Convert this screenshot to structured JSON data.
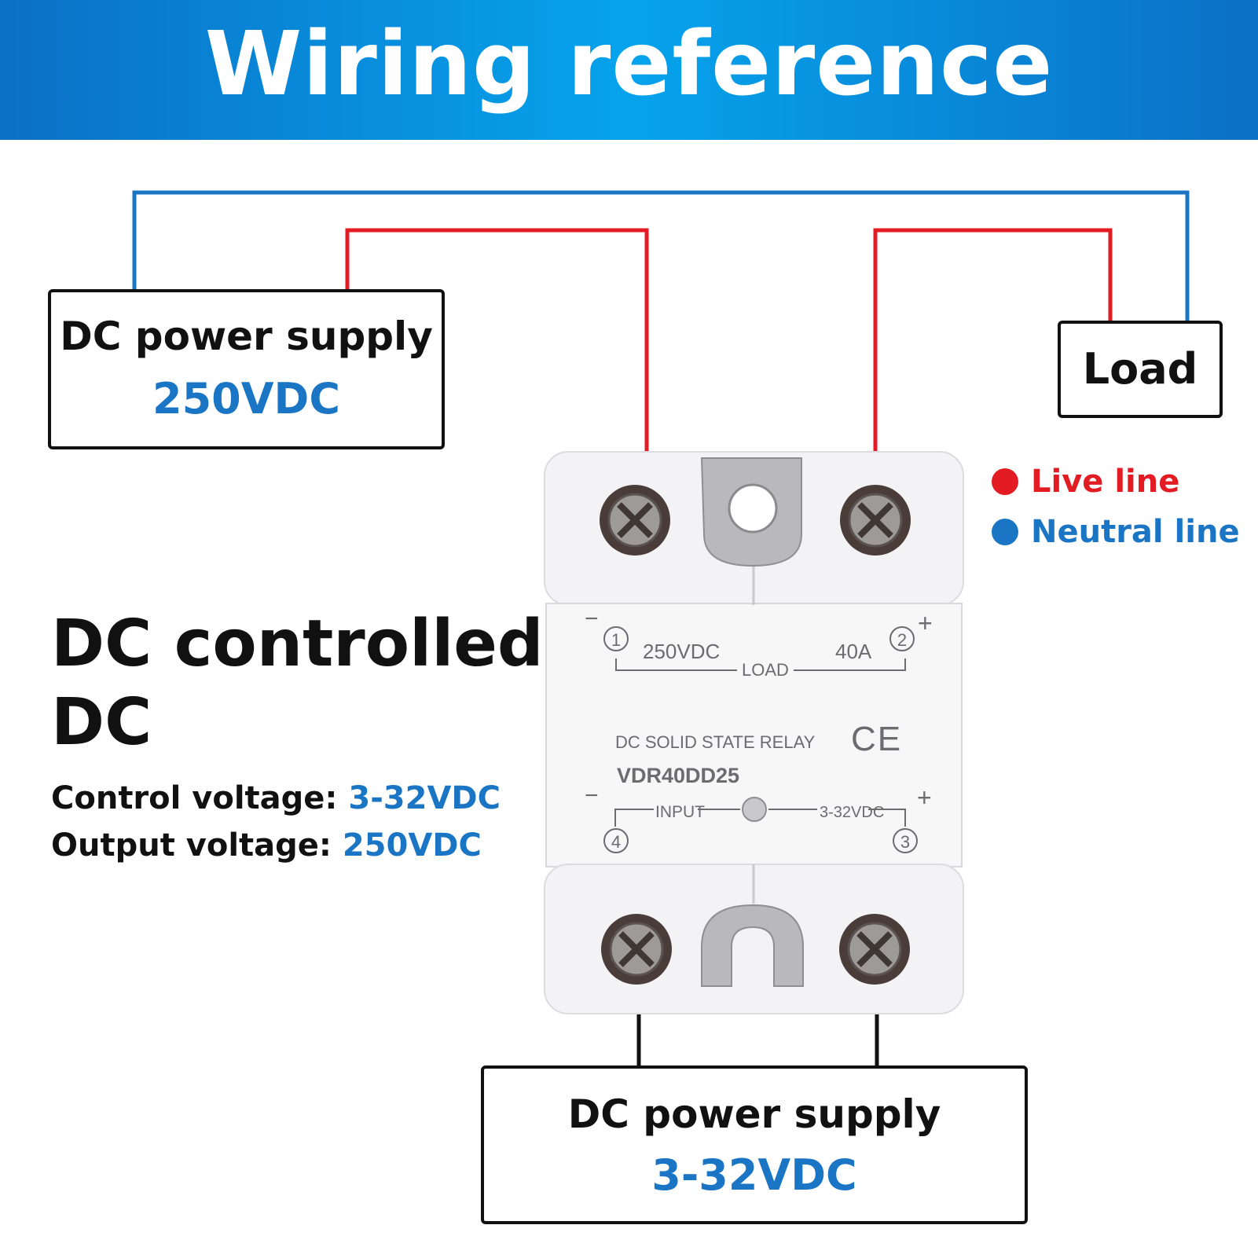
{
  "banner": {
    "title": "Wiring reference"
  },
  "top_left_supply": {
    "title": "DC power supply",
    "value": "250VDC"
  },
  "load": {
    "title": "Load"
  },
  "bottom_supply": {
    "title": "DC power supply",
    "value": "3-32VDC"
  },
  "legend": [
    {
      "label": "Live line",
      "color": "#e31b23"
    },
    {
      "label": "Neutral line",
      "color": "#1a75c4"
    }
  ],
  "description": {
    "heading_line1": "DC controlled",
    "heading_line2": "DC",
    "control_label": "Control voltage:",
    "control_value": "3-32VDC",
    "output_label": "Output voltage:",
    "output_value": "250VDC"
  },
  "relay": {
    "terminal_1": "1",
    "terminal_2": "2",
    "terminal_3": "3",
    "terminal_4": "4",
    "minus": "−",
    "plus": "+",
    "load_voltage": "250VDC",
    "load_label": "LOAD",
    "load_current": "40A",
    "type": "DC SOLID STATE RELAY",
    "ce_mark": "CE",
    "model": "VDR40DD25",
    "input_label": "INPUT",
    "input_range": "3-32VDC"
  },
  "colors": {
    "banner": "#06a3ec",
    "live": "#e31b23",
    "neutral": "#1a75c4",
    "control_wire": "#111111"
  }
}
